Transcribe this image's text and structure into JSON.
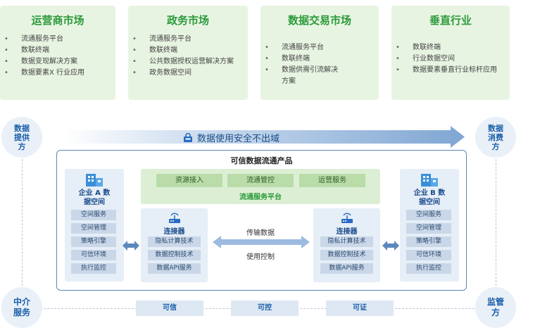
{
  "markets": [
    {
      "title": "运营商市场",
      "items": [
        "流通服务平台",
        "数联终端",
        "数据变现解决方案",
        "数据要素X 行业应用"
      ]
    },
    {
      "title": "政务市场",
      "items": [
        "流通服务平台",
        "数联终端",
        "公共数据授权运营解决方案",
        "政务数据空间"
      ]
    },
    {
      "title": "数据交易市场",
      "items": [
        "流通服务平台",
        "数联终端",
        "数据供需引流解决方案"
      ]
    },
    {
      "title": "垂直行业",
      "items": [
        "数联终端",
        "行业数据空间",
        "数据要素垂直行业标杆应用"
      ]
    }
  ],
  "roles": {
    "provider": "数据提供方",
    "consumer": "数据消费方",
    "intermediary": "中介服务",
    "regulator": "监管方"
  },
  "security_banner": "数据使用安全不出域",
  "product_title": "可信数据流通产品",
  "enterprise_a": {
    "title": "企业 A 数据空间",
    "items": [
      "空间服务",
      "空间管理",
      "策略引擎",
      "可信环境",
      "执行监控"
    ]
  },
  "enterprise_b": {
    "title": "企业 B 数据空间",
    "items": [
      "空间服务",
      "空间管理",
      "策略引擎",
      "可信环境",
      "执行监控"
    ]
  },
  "platform": {
    "pills": [
      "资源接入",
      "流通管控",
      "运营服务"
    ],
    "label": "流通服务平台"
  },
  "connector_left": {
    "title": "连接器",
    "items": [
      "隐私计算技术",
      "数据控制技术",
      "数据API服务"
    ]
  },
  "connector_right": {
    "title": "连接器",
    "items": [
      "隐私计算技术",
      "数据控制技术",
      "数据API服务"
    ]
  },
  "transfer": {
    "top": "传输数据",
    "bottom": "使用控制"
  },
  "trust": [
    "可信",
    "可控",
    "可证"
  ],
  "colors": {
    "green": "#2b9a3a",
    "blue": "#1a5faa",
    "light_green": "#e8f4e2",
    "light_blue": "#e6eef7"
  }
}
